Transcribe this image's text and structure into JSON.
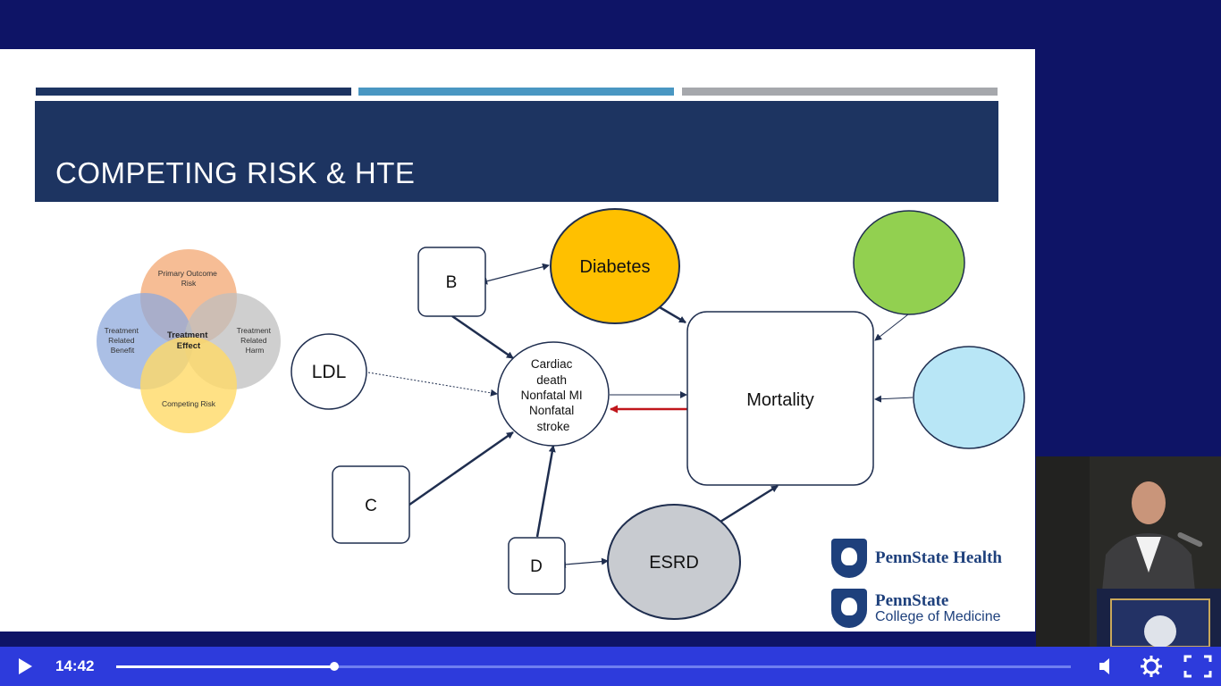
{
  "slide": {
    "title": "COMPETING RISK & HTE",
    "accent_colors": {
      "bar_navy": "#1d3461",
      "bar_blue": "#4a97c2",
      "bar_gray": "#a6a8ac",
      "red_arrow": "#c0161b"
    }
  },
  "venn": {
    "top": "Primary Outcome Risk",
    "left": "Treatment Related Benefit",
    "right": "Treatment Related Harm",
    "bottom": "Competing Risk",
    "center": "Treatment Effect",
    "colors": {
      "top": "#f4b183",
      "left": "#8faadc",
      "right": "#bfbfbf",
      "bottom": "#ffd966"
    }
  },
  "nodes": {
    "b": "B",
    "c": "C",
    "d": "D",
    "ldl": "LDL",
    "diabetes": "Diabetes",
    "esrd": "ESRD",
    "mortality": "Mortality",
    "outcome": [
      "Cardiac",
      "death",
      "Nonfatal MI",
      "Nonfatal",
      "stroke"
    ],
    "colors": {
      "diabetes": "#ffc000",
      "esrd": "#c8cbd0",
      "green": "#92d050",
      "light_blue": "#b8e6f6"
    }
  },
  "logos": {
    "health": {
      "name": "PennState Health"
    },
    "college": {
      "name": "PennState",
      "sub": "College of Medicine"
    }
  },
  "player": {
    "time": "14:42",
    "progress_fraction": 0.228,
    "icons": [
      "play-icon",
      "volume-icon",
      "settings-gear-icon",
      "fullscreen-icon"
    ]
  }
}
